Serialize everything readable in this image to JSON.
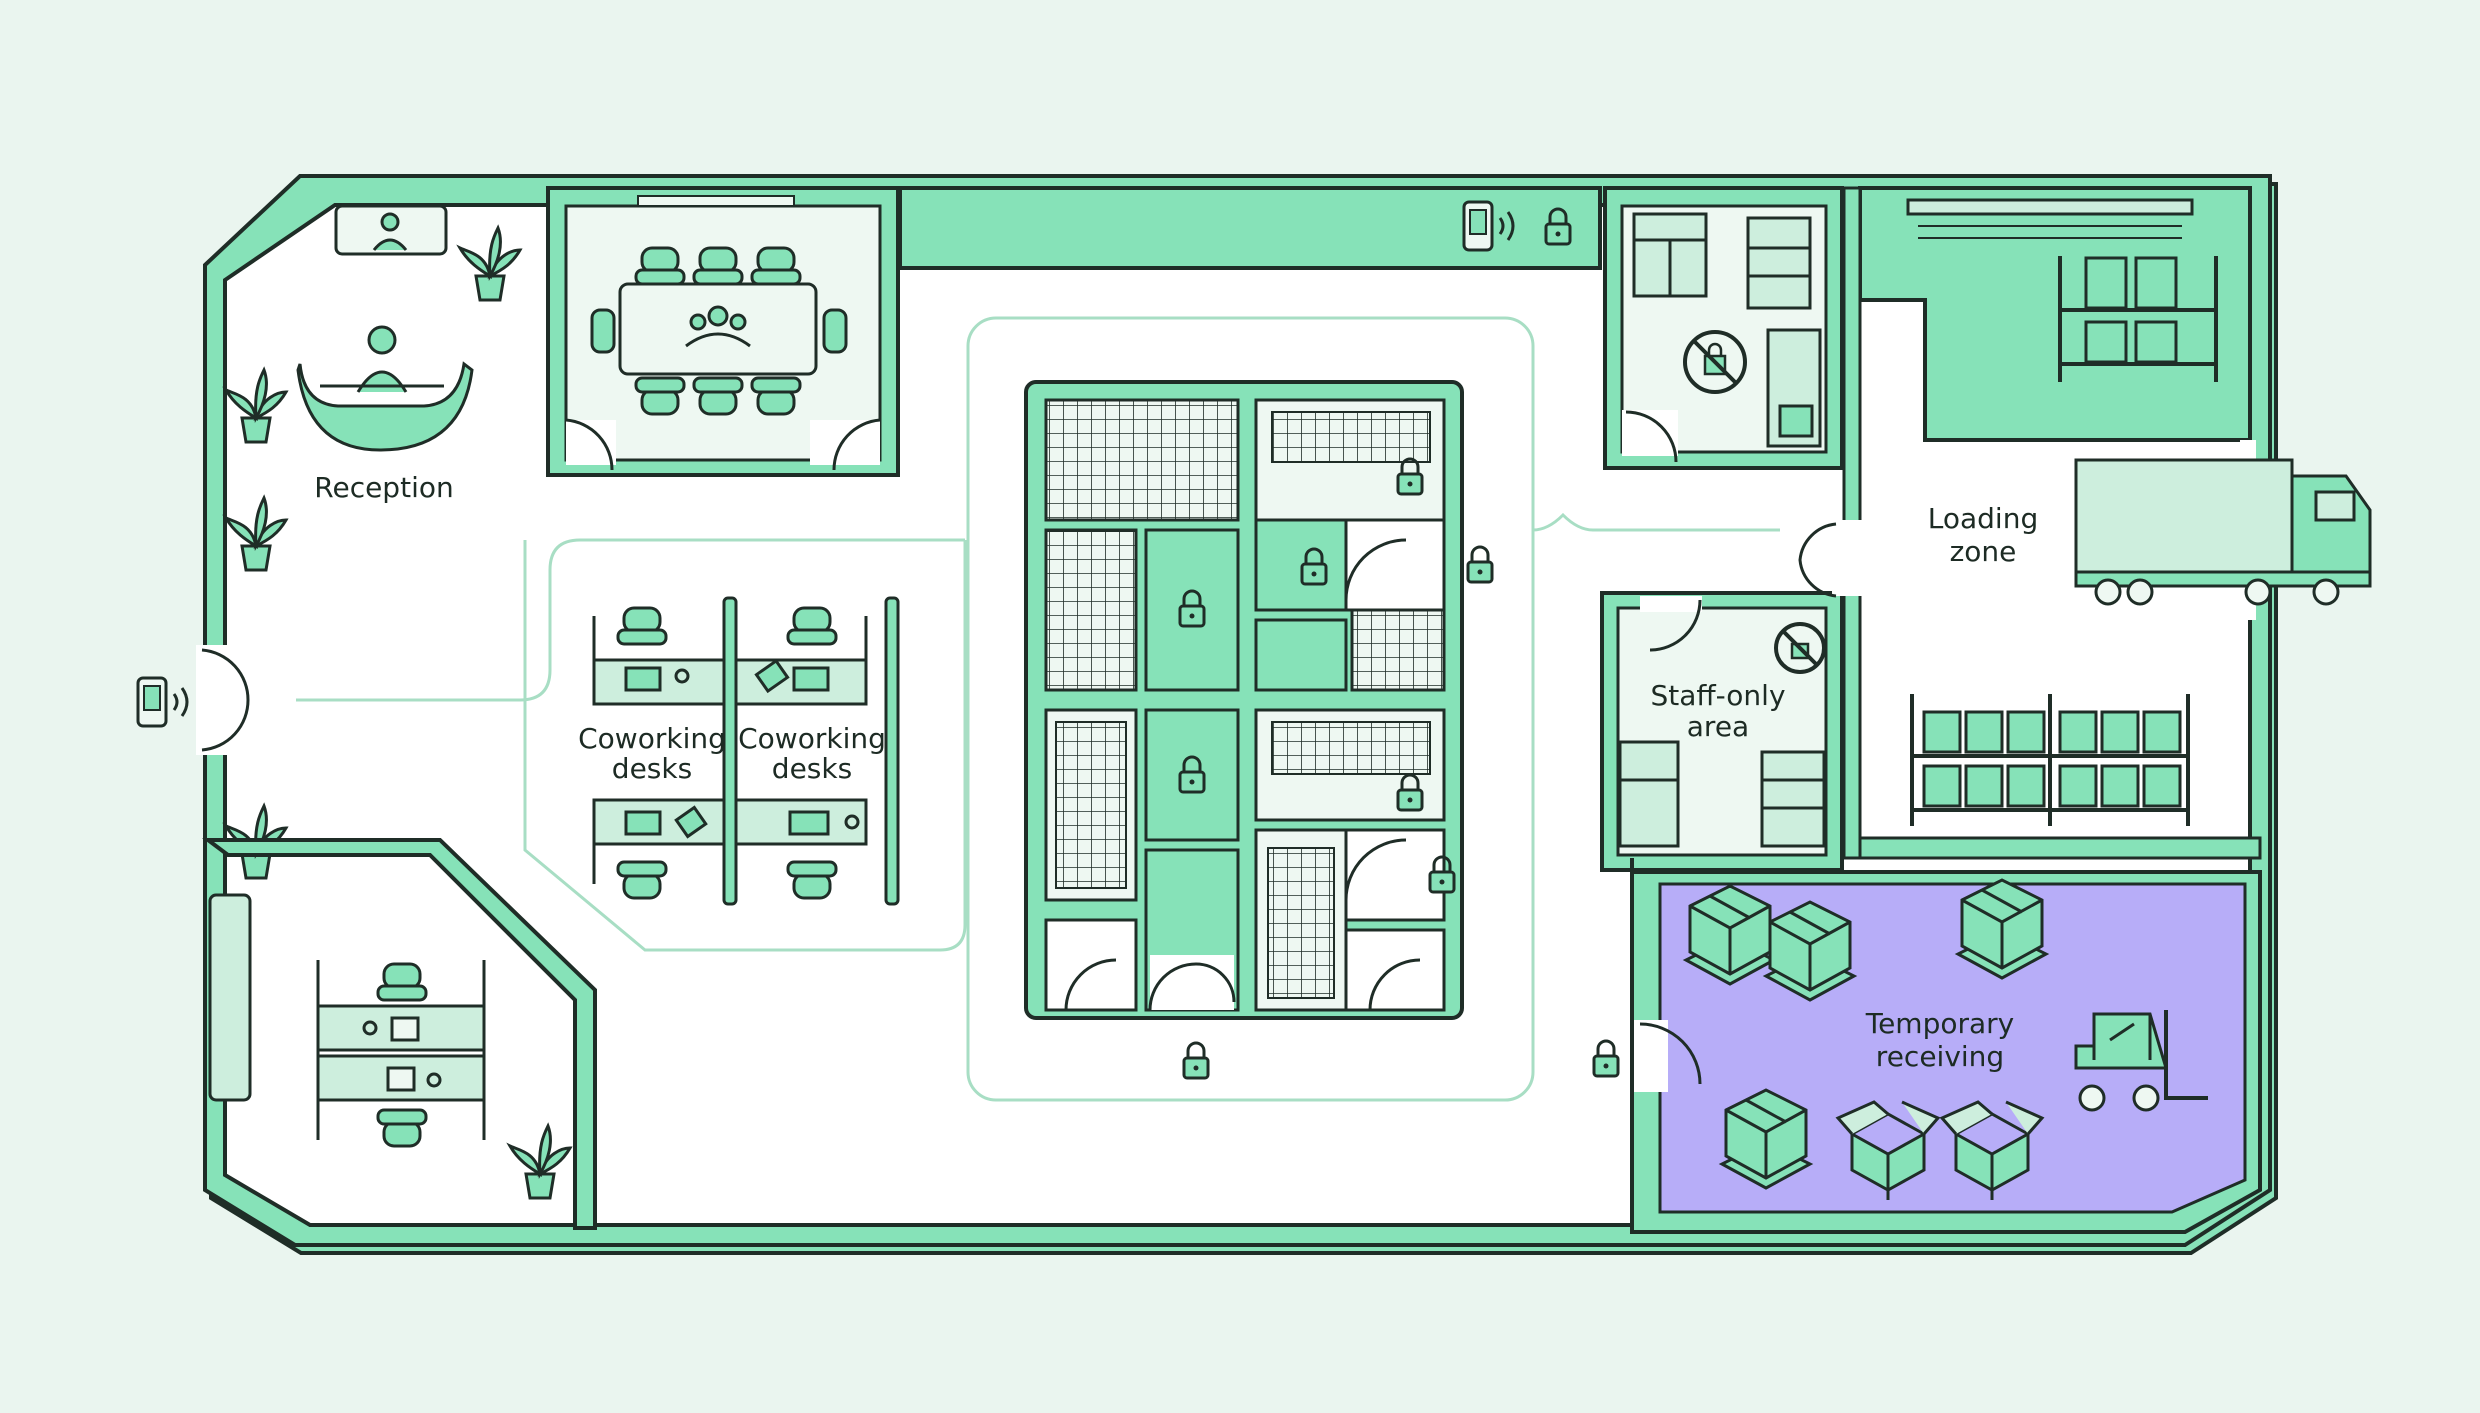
{
  "colors": {
    "background": "#eaf5ef",
    "wall": "#1f2d27",
    "wall_fill": "#86e2b8",
    "floor": "#ffffff",
    "room_fill": "#eef8f2",
    "receiving": "#b7adf8",
    "pale": "#cdeedd"
  },
  "labels": {
    "reception": "Reception",
    "coworking_left_1": "Coworking",
    "coworking_left_2": "desks",
    "coworking_right_1": "Coworking",
    "coworking_right_2": "desks",
    "loading_1": "Loading",
    "loading_2": "zone",
    "staff_1": "Staff-only",
    "staff_2": "area",
    "receiving_1": "Temporary",
    "receiving_2": "receiving"
  },
  "icons": {
    "access_reader": "phone-reader-icon",
    "lock": "padlock-icon",
    "no_entry": "no-access-icon",
    "plant": "potted-plant-icon",
    "truck": "delivery-truck-icon",
    "forklift": "forklift-icon",
    "crate": "pallet-crate-icon"
  }
}
